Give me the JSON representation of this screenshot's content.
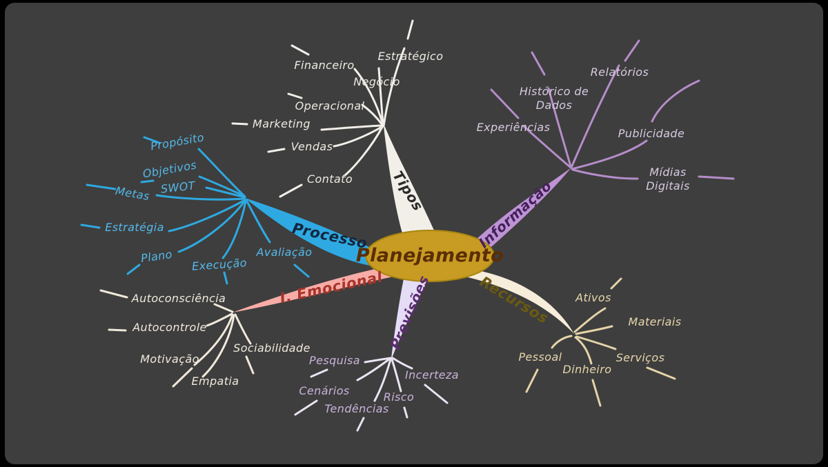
{
  "frame": {
    "background": "#3E3E3E",
    "border": "#000000"
  },
  "center": {
    "label": "Planejamento",
    "fill": "#C89B22",
    "stroke": "#A8860F",
    "text_color": "#5A2E05"
  },
  "branches": [
    {
      "id": "tipos",
      "label": "Tipos",
      "trunk_color": "#F2EFE9",
      "line_color": "#F2EFE9",
      "label_color": "#2B2B2B",
      "leaf_text_color": "#EDEAE2",
      "children": [
        "Estratégico",
        "Negócio",
        "Financeiro",
        "Operacional",
        "Marketing",
        "Vendas",
        "Contato"
      ]
    },
    {
      "id": "informacao",
      "label": "Informação",
      "trunk_color": "#BE93D4",
      "line_color": "#B58DC9",
      "label_color": "#45215B",
      "leaf_text_color": "#D8CBE2",
      "children": [
        "Relatórios",
        "Histórico de Dados",
        "Experiências",
        "Publicidade",
        "Mídias Digitais"
      ]
    },
    {
      "id": "processo",
      "label": "Processo",
      "trunk_color": "#2FA9E1",
      "line_color": "#2FA9E1",
      "label_color": "#12273F",
      "leaf_text_color": "#55B9E9",
      "children": [
        "Propósito",
        "Objetivos",
        "SWOT",
        "Metas",
        "Estratégia",
        "Plano",
        "Execução",
        "Avaliação"
      ]
    },
    {
      "id": "emocional",
      "label": "I. Emocional",
      "trunk_color": "#F8ACA7",
      "line_color": "#F0E8DB",
      "label_color": "#A5352A",
      "leaf_text_color": "#F0E9DC",
      "children": [
        "Autoconsciência",
        "Autocontrole",
        "Motivação",
        "Empatia",
        "Sociabilidade"
      ]
    },
    {
      "id": "previsoes",
      "label": "Previsões",
      "trunk_color": "#E5DCF6",
      "line_color": "#EAE3F1",
      "label_color": "#5B2C6F",
      "leaf_text_color": "#C9B3DA",
      "children": [
        "Pesquisa",
        "Cenários",
        "Tendências",
        "Risco",
        "Incerteza"
      ]
    },
    {
      "id": "recursos",
      "label": "Recursos",
      "trunk_color": "#F6EDDA",
      "line_color": "#E5D4A9",
      "label_color": "#6B5A12",
      "leaf_text_color": "#E7D6AC",
      "children": [
        "Ativos",
        "Materiais",
        "Serviços",
        "Dinheiro",
        "Pessoal"
      ]
    }
  ]
}
